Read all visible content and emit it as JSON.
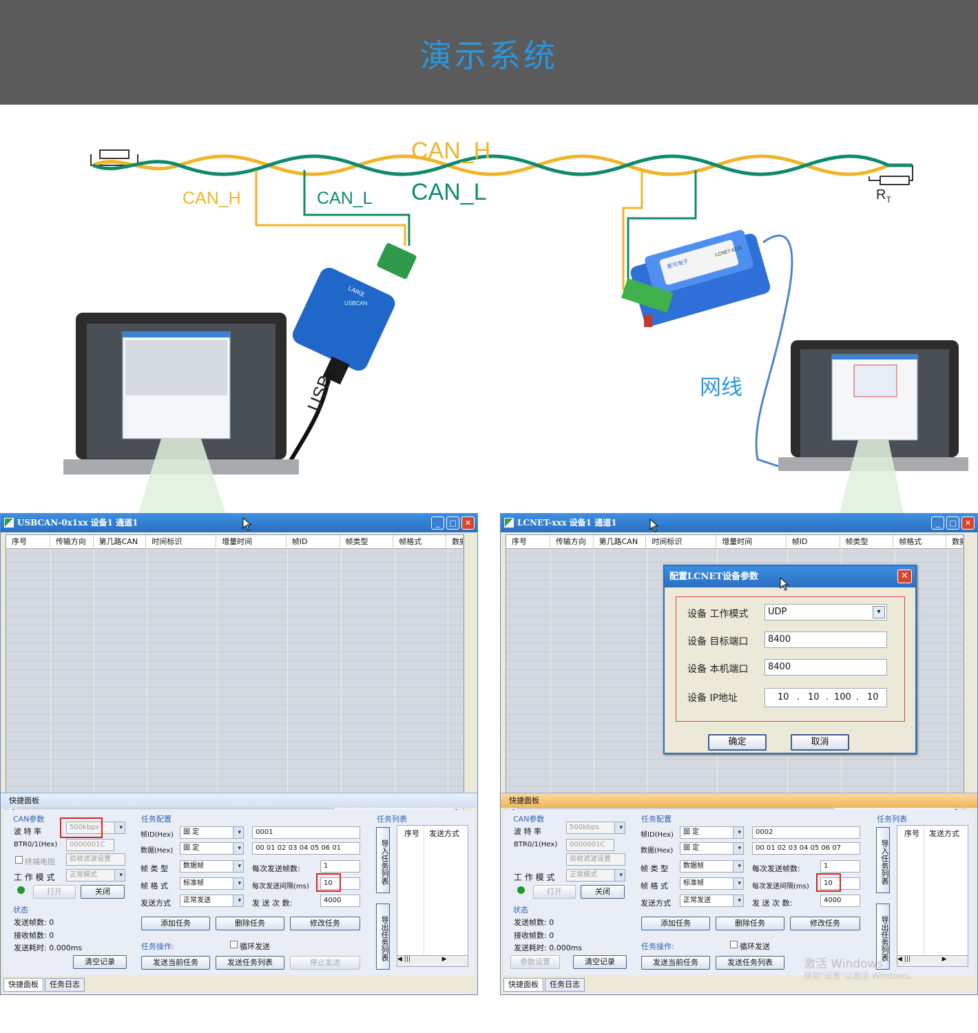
{
  "banner": {
    "title": "演示系统"
  },
  "diagram": {
    "can_h_main": "CAN_H",
    "can_l_main": "CAN_L",
    "can_h_left": "CAN_H",
    "can_l_left": "CAN_L",
    "usb_label": "USB",
    "ethernet_label": "网线",
    "terminator_label": "R",
    "terminator_sub": "T",
    "usbcan_brand": "LAIKE",
    "usbcan_model": "USBCAN",
    "lcnet_brand": "莱可电子",
    "lcnet_model": "LCNET-6221"
  },
  "window1": {
    "title": "USBCAN-0x1xx  设备1  通道1",
    "columns": [
      "序号",
      "传输方向",
      "第几路CAN",
      "时间标识",
      "增量时间",
      "帧ID",
      "帧类型",
      "帧格式",
      "数据"
    ],
    "quick_panel": "快捷面板",
    "can_params_group": "CAN参数",
    "baud_label": "波 特 率",
    "baud_value": "500kbps",
    "btr_label": "BTR0/1(Hex)",
    "btr_value": "0000001C",
    "term_label": "终端电阻",
    "filter_btn": "验收滤波设置",
    "mode_label": "工 作 模 式",
    "mode_value": "正常模式",
    "open_btn": "打开",
    "close_btn": "关闭",
    "status_group": "状态",
    "sent_frames": "发送帧数:  0",
    "recv_frames": "接收帧数:  0",
    "send_time": "发送耗时:  0.000ms",
    "clear_btn": "清空记录",
    "task_cfg_group": "任务配置",
    "frame_id_label": "帧ID(Hex)",
    "frame_id_mode": "固  定",
    "frame_id_value": "0001",
    "data_label": "数据(Hex)",
    "data_mode": "固  定",
    "data_value": "00 01 02 03 04 05 06 01",
    "ftype_label": "帧 类 型",
    "ftype_value": "数据帧",
    "per_count_label": "每次发送帧数:",
    "per_count_value": "1",
    "fformat_label": "帧 格 式",
    "fformat_value": "标准帧",
    "interval_label": "每次发送间隔(ms)",
    "interval_value": "10",
    "send_mode_label": "发送方式",
    "send_mode_value": "正常发送",
    "send_times_label": "发 送 次 数:",
    "send_times_value": "4000",
    "add_task": "添加任务",
    "del_task": "删除任务",
    "mod_task": "修改任务",
    "task_op_label": "任务操作:",
    "loop_label": "循环发送",
    "send_current": "发送当前任务",
    "send_list": "发送任务列表",
    "stop_send": "停止发送",
    "task_list_group": "任务列表",
    "import_btn": "导入任务列表",
    "export_btn": "导出任务列表",
    "tl_col1": "序号",
    "tl_col2": "发送方式",
    "tab1": "快捷面板",
    "tab2": "任务日志"
  },
  "window2": {
    "title": "LCNET-xxx  设备1  通道1",
    "columns": [
      "序号",
      "传输方向",
      "第几路CAN",
      "时间标识",
      "增量时间",
      "帧ID",
      "帧类型",
      "帧格式",
      "数据"
    ],
    "quick_panel": "快捷面板",
    "can_params_group": "CAN参数",
    "baud_label": "波 特 率",
    "baud_value": "500kbps",
    "btr_label": "BTR0/1(Hex)",
    "btr_value": "0000001C",
    "filter_btn": "验收滤波设置",
    "mode_label": "工 作 模 式",
    "mode_value": "正常模式",
    "open_btn": "打开",
    "close_btn": "关闭",
    "status_group": "状态",
    "sent_frames": "发送帧数:  0",
    "recv_frames": "接收帧数:  0",
    "send_time": "发送耗时:  0.000ms",
    "param_btn": "参数设置",
    "clear_btn": "清空记录",
    "task_cfg_group": "任务配置",
    "frame_id_label": "帧ID(Hex)",
    "frame_id_mode": "固  定",
    "frame_id_value": "0002",
    "data_label": "数据(Hex)",
    "data_mode": "固  定",
    "data_value": "00 01 02 03 04 05 06 07",
    "ftype_label": "帧 类 型",
    "ftype_value": "数据帧",
    "per_count_label": "每次发送帧数:",
    "per_count_value": "1",
    "fformat_label": "帧 格 式",
    "fformat_value": "标准帧",
    "interval_label": "每次发送间隔(ms)",
    "interval_value": "10",
    "send_mode_label": "发送方式",
    "send_mode_value": "正常发送",
    "send_times_label": "发 送 次 数:",
    "send_times_value": "4000",
    "add_task": "添加任务",
    "del_task": "删除任务",
    "mod_task": "修改任务",
    "task_op_label": "任务操作:",
    "loop_label": "循环发送",
    "send_current": "发送当前任务",
    "send_list": "发送任务列表",
    "task_list_group": "任务列表",
    "import_btn": "导入任务列表",
    "export_btn": "导出任务列表",
    "tl_col1": "序号",
    "tl_col2": "发送方式",
    "tab1": "快捷面板",
    "tab2": "任务日志",
    "watermark1": "激活 Windows",
    "watermark2": "转到\"设置\"以激活 Windows。"
  },
  "dialog": {
    "title": "配置LCNET设备参数",
    "mode_label": "设备 工作模式",
    "mode_value": "UDP",
    "target_port_label": "设备 目标端口",
    "target_port_value": "8400",
    "local_port_label": "设备 本机端口",
    "local_port_value": "8400",
    "ip_label": "设备 IP地址",
    "ip1": "10",
    "ip2": "10",
    "ip3": "100",
    "ip4": "10",
    "ok_btn": "确定",
    "cancel_btn": "取消"
  },
  "colors": {
    "can_h": "#f0b429",
    "can_l": "#0f8a6a",
    "accent": "#2a96e0"
  }
}
